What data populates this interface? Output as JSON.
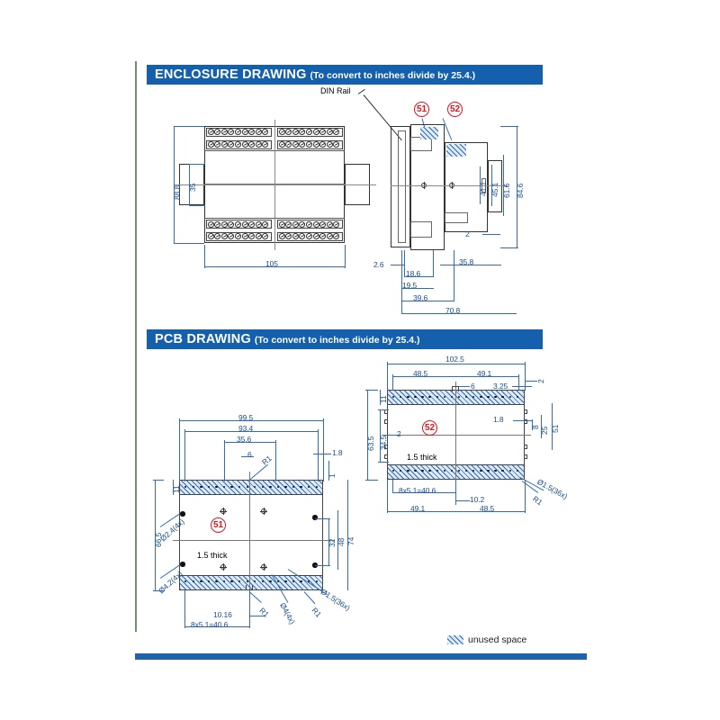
{
  "sections": [
    {
      "title": "ENCLOSURE DRAWING",
      "note": "(To convert to inches divide by 25.4.)"
    },
    {
      "title": "PCB DRAWING",
      "note": "(To convert to inches divide by 25.4.)"
    }
  ],
  "labels": {
    "din_rail": "DIN Rail",
    "thick_left": "1.5 thick",
    "thick_right": "1.5 thick",
    "legend": "unused space"
  },
  "callouts": {
    "c51": "51",
    "c52": "52",
    "c51b": "51",
    "c52b": "52"
  },
  "enclosure": {
    "front": {
      "width": "105",
      "height_total": "88.8",
      "height_inner": "35"
    },
    "side": {
      "h_2_6": "2.6",
      "h_18_6": "18.6",
      "h_19_5": "19.5",
      "h_39_6": "39.6",
      "h_70_8": "70.8",
      "h_35_8": "35.8",
      "h_2": "2",
      "v_41_1": "41.1",
      "v_45_1": "45.1",
      "v_61_6": "61.6",
      "v_84_6": "84.6"
    }
  },
  "pcb_left": {
    "d_99_5": "99.5",
    "d_93_4": "93.4",
    "d_35_6": "35.6",
    "d_6": "6",
    "d_1_8": "1.8",
    "d_1": "1",
    "d_11": "11",
    "d_66_5": "66.5",
    "d_32": "32",
    "d_48": "48",
    "d_74": "74",
    "d_10_16": "10.16",
    "d_8x51": "8x5.1=40.6",
    "r1_a": "R1",
    "r1_b": "R1",
    "r1_c": "R1",
    "o2_4": "Ø2.4(4x)",
    "o4_2": "Ø4.2(4x)",
    "o4": "Ø4(4x)",
    "o1_5": "Ø1.5(36x)",
    "thick": "1.5 thick"
  },
  "pcb_right": {
    "d_102_5": "102.5",
    "d_48_5_top": "48.5",
    "d_49_1_top": "49.1",
    "d_6": "6",
    "d_3_25": "3.25",
    "d_2_top": "2",
    "d_11": "11",
    "d_34_5": "34.5",
    "d_63_5": "63.5",
    "d_2_left": "2",
    "d_1_8": "1.8",
    "d_8": "8",
    "d_25": "25",
    "d_51": "51",
    "d_8x51": "8x5.1=40.6",
    "d_10_2": "10.2",
    "d_49_1_bot": "49.1",
    "d_48_5_bot": "48.5",
    "o1_5": "Ø1.5(36x)",
    "r1": "R1",
    "thick": "1.5 thick"
  },
  "colors": {
    "title_bar": "#1560ac",
    "dimension": "#1b4f91",
    "dimension_line": "#2f6db5",
    "callout_red": "#e1141e",
    "frame_bottom": "#1f63ac",
    "frame_left": "#6f8d6f",
    "hatch_fill": "#dfeaf6"
  }
}
